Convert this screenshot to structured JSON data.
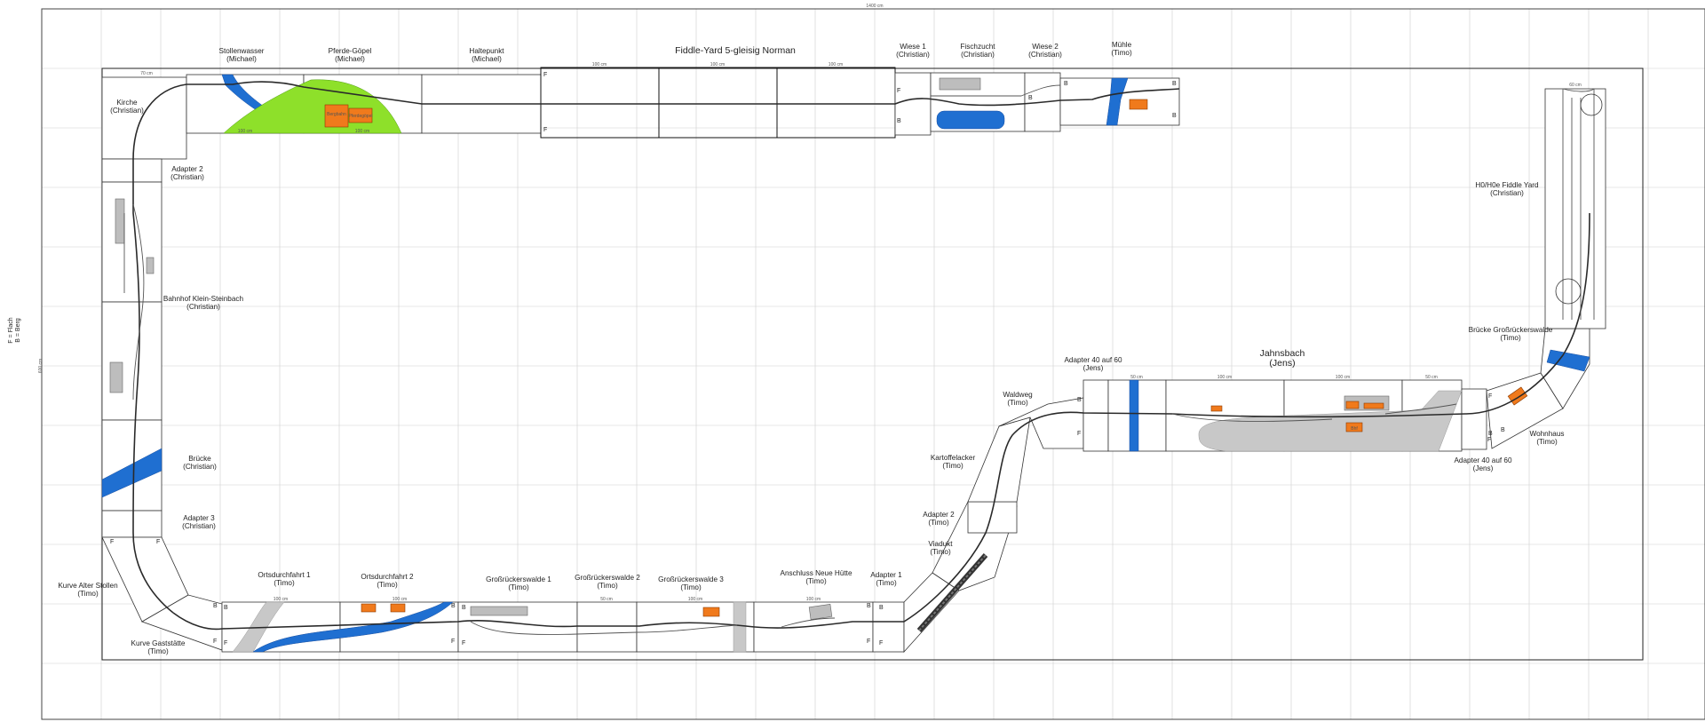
{
  "diagram": {
    "side_labels": {
      "left_dim": "600 cm",
      "legend_1": "F = Flach",
      "legend_2": "B = Berg",
      "top_dim": "1400 cm"
    },
    "module_labels": [
      {
        "id": "stollenwasser",
        "name": "Stollenwasser",
        "owner": "(Michael)"
      },
      {
        "id": "pferde-goepel",
        "name": "Pferde-Göpel",
        "owner": "(Michael)"
      },
      {
        "id": "haltepunkt",
        "name": "Haltepunkt",
        "owner": "(Michael)"
      },
      {
        "id": "fiddle-yard",
        "name": "Fiddle-Yard 5-gleisig Norman",
        "owner": ""
      },
      {
        "id": "wiese-1",
        "name": "Wiese 1",
        "owner": "(Christian)"
      },
      {
        "id": "fischzucht",
        "name": "Fischzucht",
        "owner": "(Christian)"
      },
      {
        "id": "wiese-2",
        "name": "Wiese 2",
        "owner": "(Christian)"
      },
      {
        "id": "muehle",
        "name": "Mühle",
        "owner": "(Timo)"
      },
      {
        "id": "kirche",
        "name": "Kirche",
        "owner": "(Christian)"
      },
      {
        "id": "adapter-2-christian",
        "name": "Adapter 2",
        "owner": "(Christian)"
      },
      {
        "id": "bahnhof",
        "name": "Bahnhof Klein-Steinbach",
        "owner": "(Christian)"
      },
      {
        "id": "bruecke",
        "name": "Brücke",
        "owner": "(Christian)"
      },
      {
        "id": "adapter-3",
        "name": "Adapter 3",
        "owner": "(Christian)"
      },
      {
        "id": "kurve-alter-stollen",
        "name": "Kurve Alter Stollen",
        "owner": "(Timo)"
      },
      {
        "id": "kurve-gaststaette",
        "name": "Kurve Gaststätte",
        "owner": "(Timo)"
      },
      {
        "id": "ortsdurchfahrt-1",
        "name": "Ortsdurchfahrt 1",
        "owner": "(Timo)"
      },
      {
        "id": "ortsdurchfahrt-2",
        "name": "Ortsdurchfahrt 2",
        "owner": "(Timo)"
      },
      {
        "id": "grossrueckerswalde-1",
        "name": "Großrückerswalde 1",
        "owner": "(Timo)"
      },
      {
        "id": "grossrueckerswalde-2",
        "name": "Großrückerswalde 2",
        "owner": "(Timo)"
      },
      {
        "id": "grossrueckerswalde-3",
        "name": "Großrückerswalde 3",
        "owner": "(Timo)"
      },
      {
        "id": "anschluss-neue-huette",
        "name": "Anschluss Neue Hütte",
        "owner": "(Timo)"
      },
      {
        "id": "adapter-1",
        "name": "Adapter 1",
        "owner": "(Timo)"
      },
      {
        "id": "viadukt",
        "name": "Viadukt",
        "owner": "(Timo)"
      },
      {
        "id": "adapter-2-timo",
        "name": "Adapter 2",
        "owner": "(Timo)"
      },
      {
        "id": "kartoffelacker",
        "name": "Kartoffelacker",
        "owner": "(Timo)"
      },
      {
        "id": "waldweg",
        "name": "Waldweg",
        "owner": "(Timo)"
      },
      {
        "id": "adapter-40-60-top",
        "name": "Adapter 40 auf 60",
        "owner": "(Jens)"
      },
      {
        "id": "jahnsbach",
        "name": "Jahnsbach",
        "owner": "(Jens)"
      },
      {
        "id": "adapter-40-60-bottom",
        "name": "Adapter 40 auf 60",
        "owner": "(Jens)"
      },
      {
        "id": "wohnhaus",
        "name": "Wohnhaus",
        "owner": "(Timo)"
      },
      {
        "id": "bruecke-grossrueckerswalde",
        "name": "Brücke Großrückerswalde",
        "owner": "(Timo)"
      },
      {
        "id": "h0-fiddle-yard",
        "name": "H0/H0e Fiddle Yard",
        "owner": "(Christian)"
      }
    ],
    "building_labels": {
      "bergbahn": "Bergbahn",
      "pferdegoepel": "Pferdegöpel",
      "jahnsbach_bld": "Bhf"
    },
    "dims": {
      "d100": "100 cm",
      "d70": "70 cm",
      "d50": "50 cm",
      "d60": "60 cm"
    },
    "flag_f": "F",
    "flag_b": "B",
    "colors": {
      "river": "#1f6fd1",
      "meadow": "#8ee02a",
      "building": "#f07a1c",
      "road": "#c8c8c8",
      "grid": "#cfcfcf"
    }
  }
}
